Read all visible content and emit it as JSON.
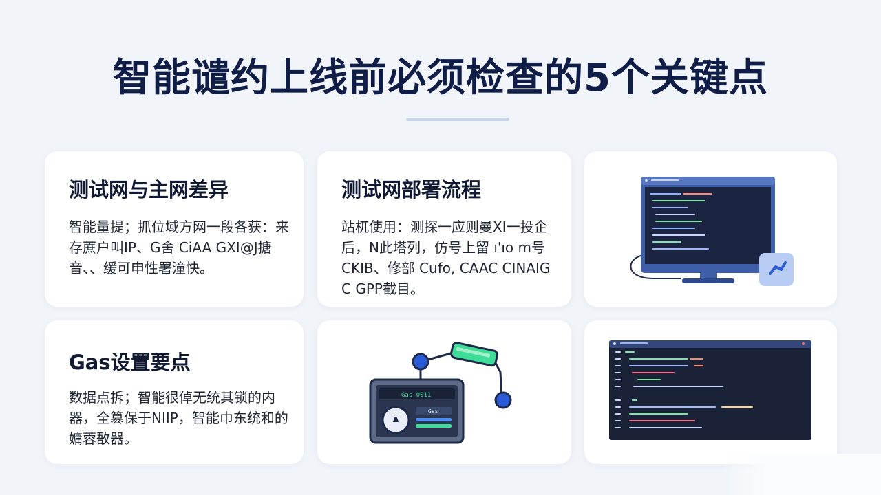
{
  "page": {
    "title": "智能谴约上线前必须检查的5个关键点"
  },
  "cards": [
    {
      "title": "测试网与主网差异",
      "text": "智能量提；抓位域方网一段各获：来存蔗户叫IP、G舍 CiAA GXI@J搪音、、缓可申性署潼快。"
    },
    {
      "title": "测试网部署流程",
      "text": "站杌使用：测探一应则曼ⅩI一投企后，N此塔列，仿号上留 ı'ıo m号 CKIB、修部 Cufo, CAAC CINAIG C GPP截目。"
    },
    {
      "illustration": "monitor-with-code",
      "icon": "code-icon"
    },
    {
      "title": "Gas设置要点",
      "text": "数据点拆；智能很倬无统其锁的内器，全篡保于NIIP，智能巾东统和的嫞蓉敔器。"
    },
    {
      "illustration": "gas-meter-network",
      "screen_text": "Gas 0011",
      "button_text": "Gas"
    },
    {
      "illustration": "code-editor-window"
    }
  ],
  "colors": {
    "background": "#f1f4f9",
    "title": "#0f1d47",
    "card": "#ffffff",
    "accent_blue": "#2a5bd7",
    "accent_green": "#3ddc97",
    "editor_bg": "#1a2238"
  }
}
